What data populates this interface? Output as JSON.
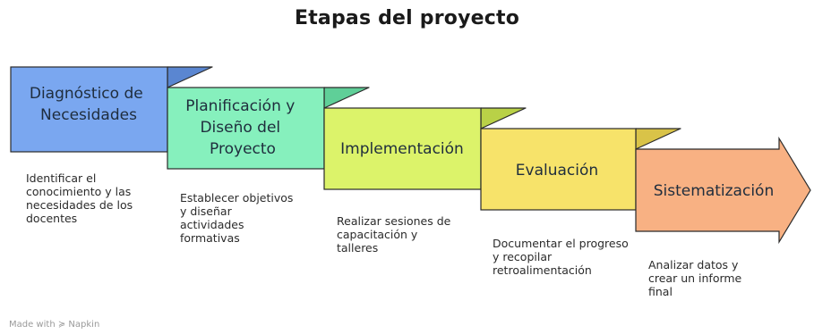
{
  "title": "Etapas del proyecto",
  "stages": [
    {
      "name": "Diagnóstico de Necesidades",
      "title_lines": [
        "Diagnóstico de",
        "Necesidades"
      ],
      "description": "Identificar el\nconocimiento y las\nnecesidades de los\ndocentes",
      "fill": "#7aa7f0",
      "fold": "#5a86d1"
    },
    {
      "name": "Planificación y Diseño del Proyecto",
      "title_lines": [
        "Planificación y",
        "Diseño del",
        "Proyecto"
      ],
      "description": "Establecer objetivos\ny diseñar\nactividades\nformativas",
      "fill": "#86f0bd",
      "fold": "#5fcf98"
    },
    {
      "name": "Implementación",
      "title_lines": [
        "Implementación"
      ],
      "description": "Realizar sesiones de\ncapacitación y\ntalleres",
      "fill": "#dcf36a",
      "fold": "#b9d147"
    },
    {
      "name": "Evaluación",
      "title_lines": [
        "Evaluación"
      ],
      "description": "Documentar el progreso\ny recopilar\nretroalimentación",
      "fill": "#f7e36a",
      "fold": "#d9c348"
    },
    {
      "name": "Sistematización",
      "title_lines": [
        "Sistematización"
      ],
      "description": "Analizar datos y\ncrear un informe\nfinal",
      "fill": "#f8b183",
      "fold": "#d9905f"
    }
  ],
  "footer": {
    "text": "Made with",
    "brand": "Napkin",
    "brand_icon": "napkin-icon"
  },
  "colors": {
    "outline": "#2a2a2a",
    "background": "#ffffff"
  }
}
